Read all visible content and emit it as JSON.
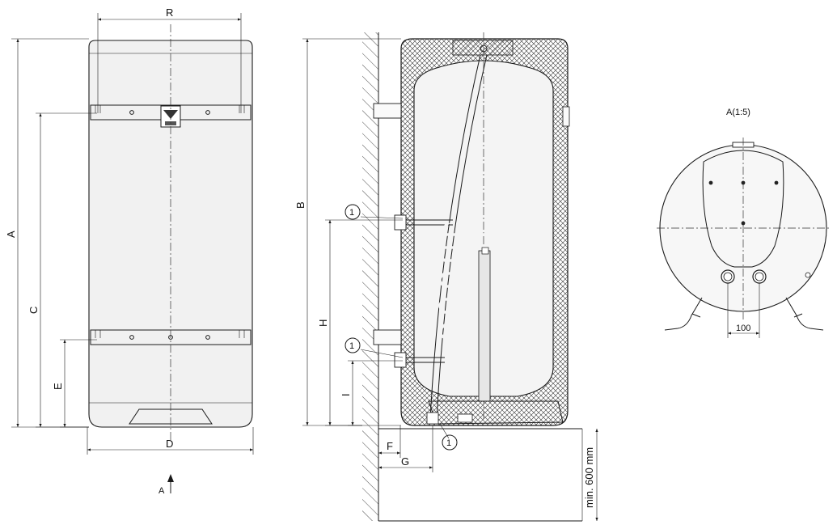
{
  "front_view": {
    "dim_R": "R",
    "dim_A": "A",
    "dim_C": "C",
    "dim_E": "E",
    "dim_D": "D",
    "view_marker": "A"
  },
  "section_view": {
    "dim_B": "B",
    "dim_H": "H",
    "dim_I": "I",
    "dim_F": "F",
    "dim_G": "G",
    "min_clearance": "min. 600 mm",
    "callout_1a": "1",
    "callout_1b": "1",
    "callout_1c": "1"
  },
  "detail_view": {
    "title": "A(1:5)",
    "dim_100": "100"
  }
}
